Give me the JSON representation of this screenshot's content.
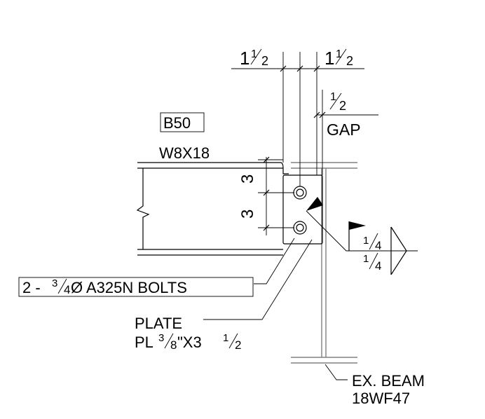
{
  "dimensions": {
    "left_edge": {
      "whole": "1",
      "num": "1",
      "den": "2"
    },
    "bolt_spacing_right": {
      "whole": "1",
      "num": "1",
      "den": "2"
    },
    "gap_value": {
      "num": "1",
      "den": "2"
    },
    "gap_label": "GAP",
    "bolt_pitch_upper": "3",
    "bolt_pitch_lower": "3"
  },
  "beam": {
    "mark": "B50",
    "size": "W8X18"
  },
  "bolts_callout": {
    "prefix": "2 - ",
    "num": "3",
    "den": "4",
    "suffix": " Ø A325N BOLTS"
  },
  "plate_callout": {
    "title": "PLATE",
    "prefix": "PL",
    "num": "3",
    "den": "8",
    "mid": "\"X3 ",
    "num2": "1",
    "den2": "2"
  },
  "weld": {
    "top": {
      "num": "1",
      "den": "4"
    },
    "bottom": {
      "num": "1",
      "den": "4"
    }
  },
  "existing_beam": {
    "line1": "EX. BEAM",
    "line2": "18WF47"
  },
  "colors": {
    "linework": "#000000",
    "existing": "#808080"
  }
}
